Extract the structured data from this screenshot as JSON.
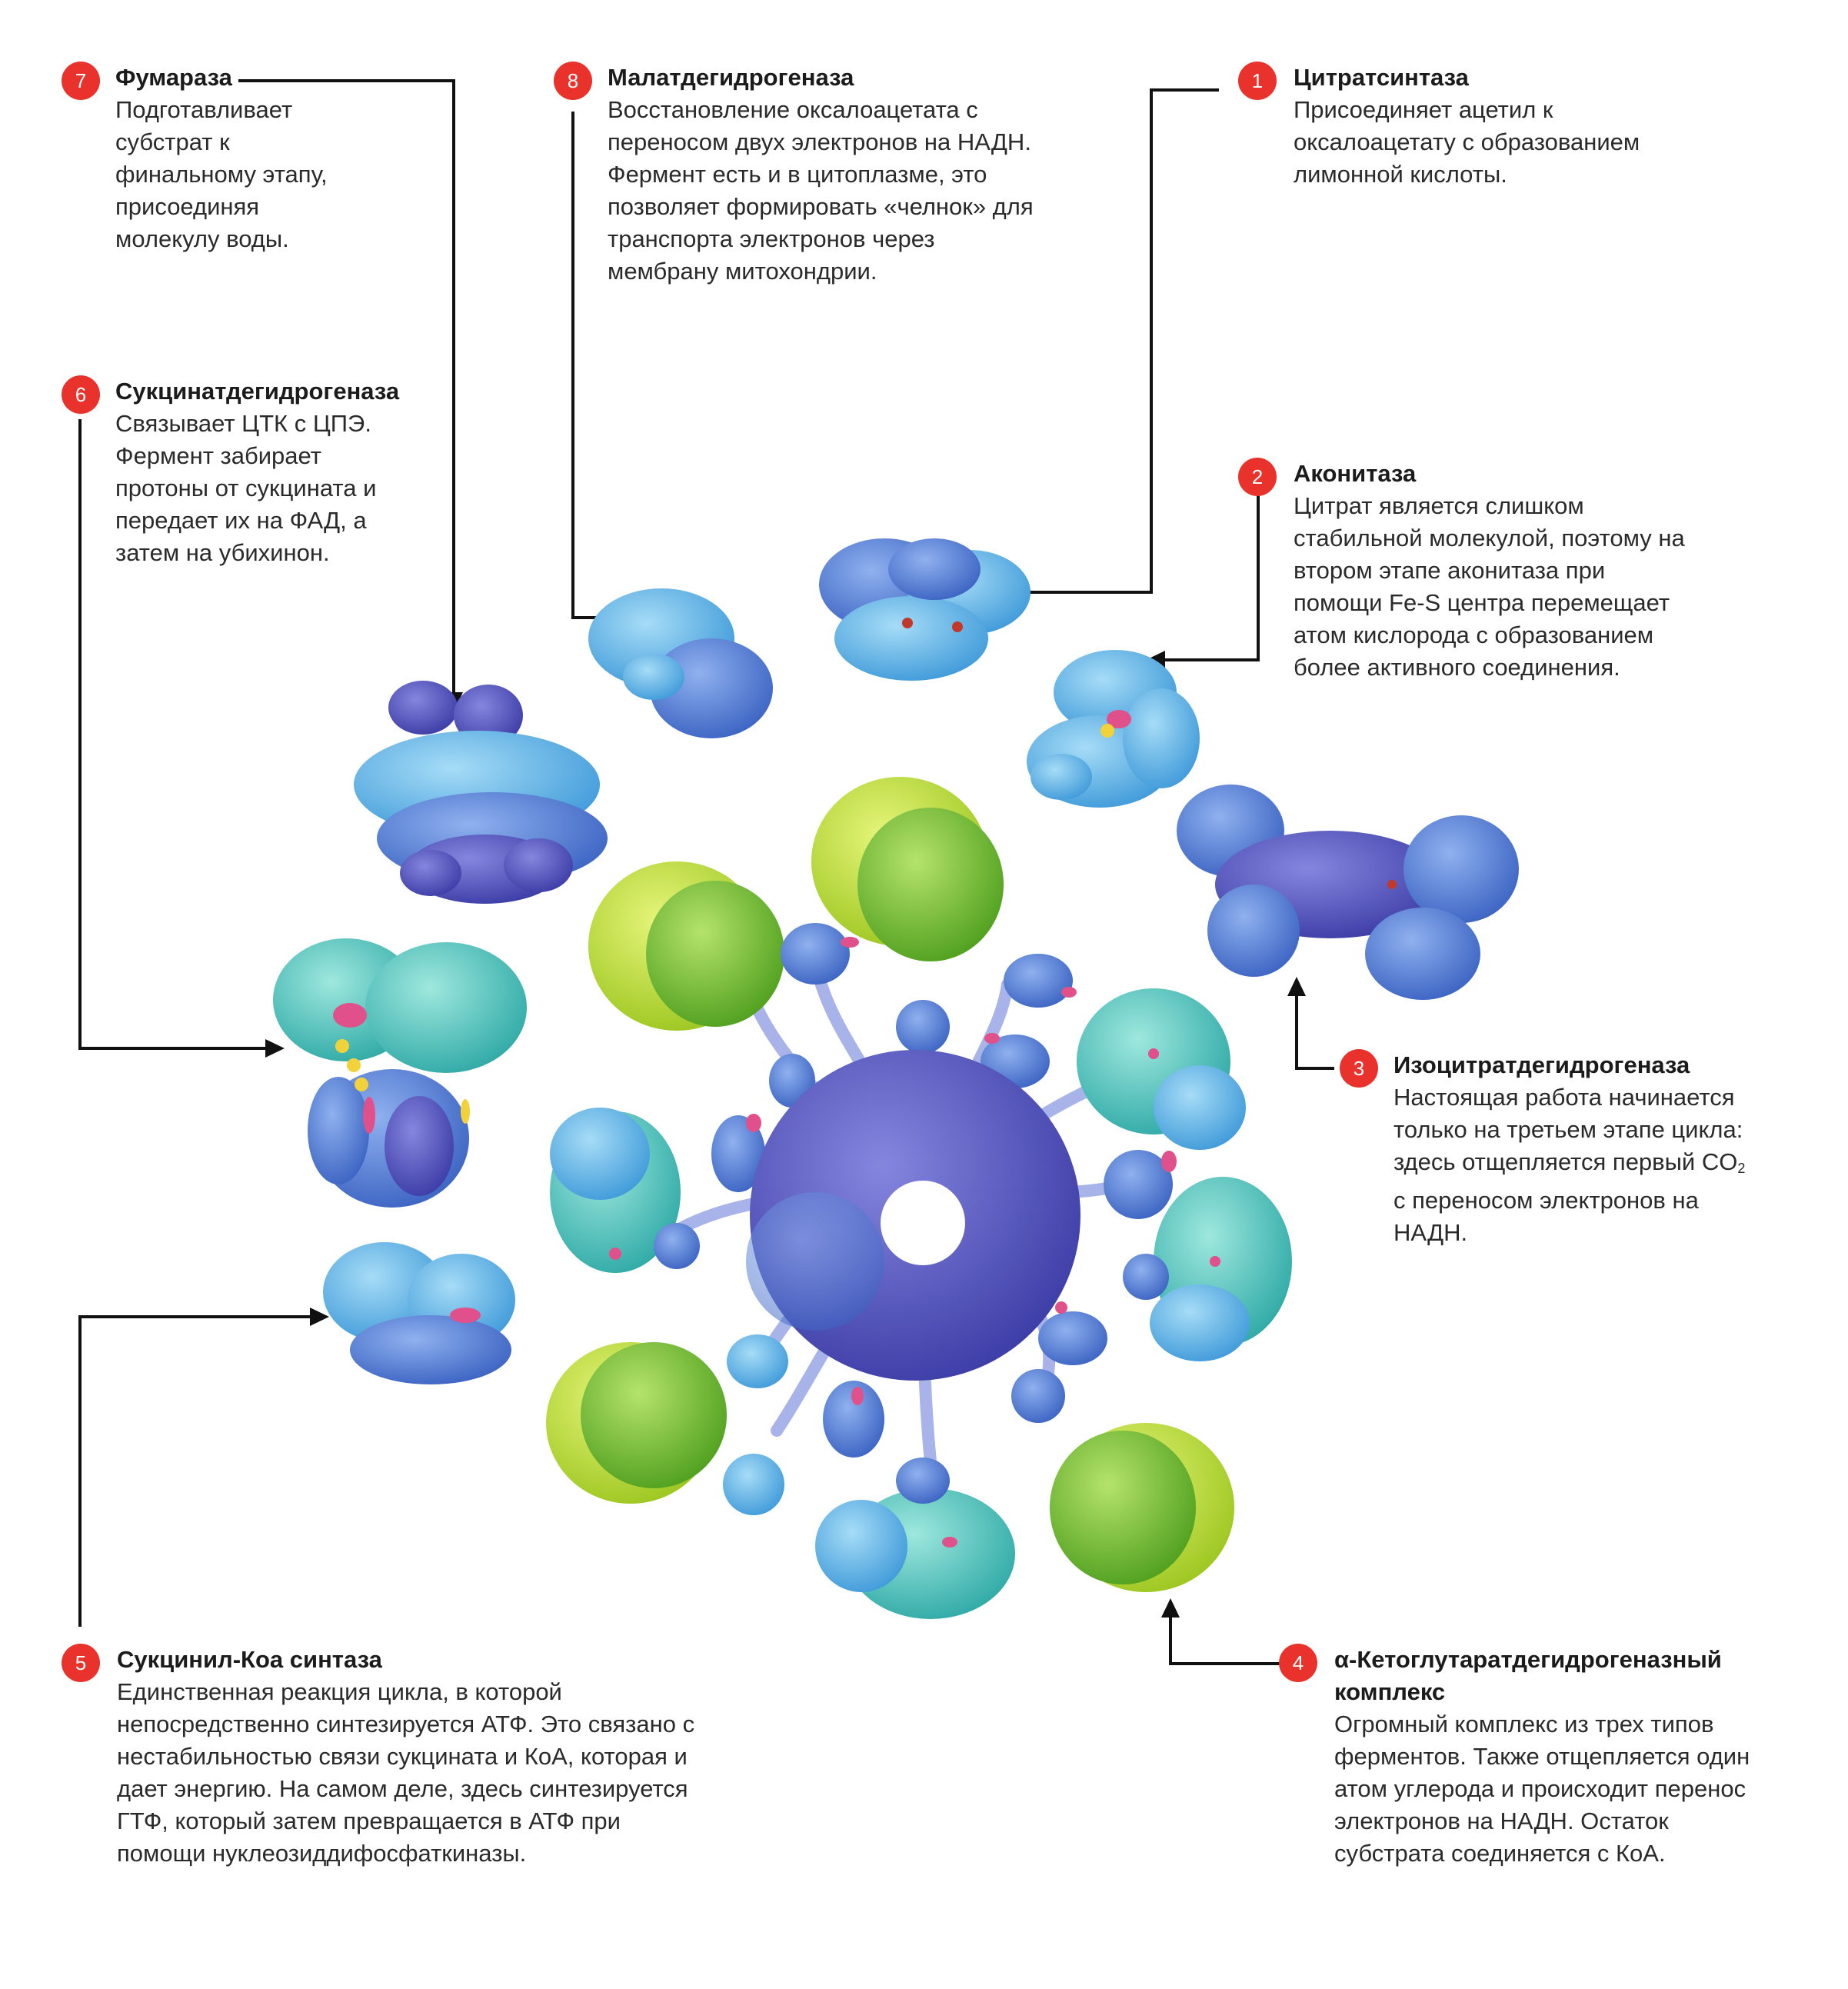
{
  "enzymes": [
    {
      "num": "1",
      "title": "Цитратсинтаза",
      "lines": [
        "Присоединяет ацетил к",
        "оксалоацетату с образованием",
        "лимонной кислоты."
      ]
    },
    {
      "num": "2",
      "title": "Аконитаза",
      "lines": [
        "Цитрат является слишком",
        "стабильной молекулой, поэтому на",
        "втором этапе аконитаза при",
        "помощи Fe-S центра перемещает",
        "атом кислорода с образованием",
        "более активного соединения."
      ]
    },
    {
      "num": "3",
      "title": "Изоцитратдегидрогеназа",
      "lines": [
        "Настоящая работа начинается",
        "только на третьем этапе цикла:",
        "здесь отщепляется первый CO",
        "с переносом электронов на",
        "НАДН."
      ],
      "subscript": "2"
    },
    {
      "num": "4",
      "title": "α-Кетоглутаратдегидрогеназный",
      "title2": "комплекс",
      "lines": [
        "Огромный комплекс из трех типов",
        "ферментов. Также отщепляется один",
        "атом углерода и происходит перенос",
        "электронов на НАДН. Остаток",
        "субстрата соединяется с КоА."
      ]
    },
    {
      "num": "5",
      "title": "Сукцинил-Коа синтаза",
      "lines": [
        "Единственная реакция цикла, в которой",
        "непосредственно синтезируется АТФ. Это связано с",
        "нестабильностью связи сукцината и КоА, которая и",
        "дает энергию. На самом деле, здесь синтезируется",
        "ГТФ, который затем превращается в АТФ при",
        "помощи нуклеозиддифосфаткиназы."
      ]
    },
    {
      "num": "6",
      "title": "Сукцинатдегидрогеназа",
      "lines": [
        "Связывает ЦТК с ЦПЭ.",
        "Фермент забирает",
        "протоны от сукцината и",
        "передает их на ФАД, а",
        "затем на убихинон."
      ]
    },
    {
      "num": "7",
      "title": "Фумараза",
      "lines": [
        "Подготавливает",
        "субстрат к",
        "финальному этапу,",
        "присоединяя",
        "молекулу воды."
      ]
    },
    {
      "num": "8",
      "title": "Малатдегидрогеназа",
      "lines": [
        "Восстановление оксалоацетата с",
        "переносом двух электронов на НАДН.",
        "Фермент есть и в цитоплазме, это",
        "позволяет формировать «челнок» для",
        "транспорта электронов через",
        "мембрану митохондрии."
      ]
    }
  ],
  "colors": {
    "badge": "#e8322b",
    "protein_light_blue": "#6cc0ec",
    "protein_blue": "#5b8ad8",
    "protein_indigo": "#5a5cc4",
    "protein_teal": "#55cfc4",
    "protein_green": "#86c83a",
    "protein_lime": "#c6e23c",
    "linker": "#9aa6e6",
    "ligand_pink": "#e0508a",
    "ligand_yellow": "#f2d23a"
  }
}
